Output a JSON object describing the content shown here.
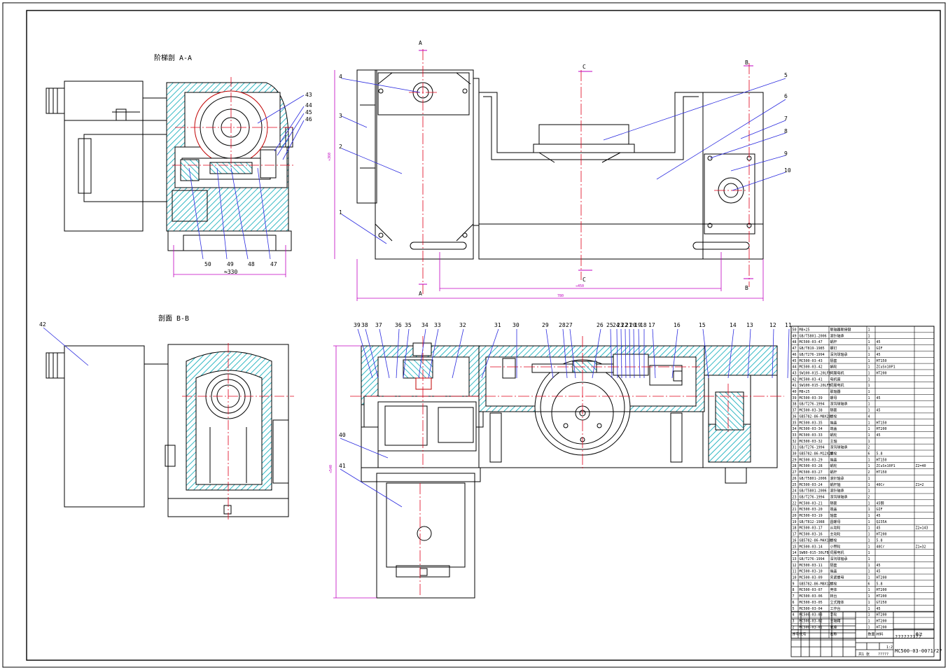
{
  "section_titles": {
    "aa": "阶梯剖 A-A",
    "bb": "剖面 B-B"
  },
  "cut_markers": {
    "a_top": "A",
    "a_bottom": "A",
    "b_top": "B",
    "b_bottom": "B",
    "c_top": "C",
    "c_bottom": "C"
  },
  "balloons": {
    "front": [
      "4",
      "3",
      "2",
      "1",
      "5",
      "6",
      "7",
      "8",
      "9",
      "10"
    ],
    "aa_right": [
      "43",
      "44",
      "45",
      "46"
    ],
    "aa_bottom": [
      "50",
      "49",
      "48",
      "47"
    ],
    "bb": [
      "42"
    ],
    "section": [
      "39",
      "38",
      "37",
      "36",
      "35",
      "34",
      "33",
      "32",
      "31",
      "30",
      "29",
      "28",
      "27",
      "26",
      "25",
      "24",
      "23",
      "22",
      "21",
      "20",
      "19",
      "18",
      "17",
      "16",
      "15",
      "14",
      "13",
      "12",
      "11"
    ],
    "section_left": [
      "40",
      "41"
    ]
  },
  "dimensions": {
    "aa_width": "≈330",
    "front_c": "≈450",
    "front_total": "780",
    "front_height": "≈360",
    "section_height": "≈540"
  },
  "bom": {
    "rows": [
      [
        "50",
        "M8×25",
        "联轴器联接键",
        "1",
        "",
        ""
      ],
      [
        "49",
        "GB/T5801-2006",
        "滚针轴承",
        "1",
        "",
        ""
      ],
      [
        "48",
        "MC500-03-47",
        "蜗杆",
        "1",
        "45",
        ""
      ],
      [
        "47",
        "GB/T819-1985",
        "螺钉",
        "1",
        "GIF",
        ""
      ],
      [
        "46",
        "GB/T276-1994",
        "深沟球轴承",
        "1",
        "45",
        ""
      ],
      [
        "45",
        "MC500-03-43",
        "隔套",
        "1",
        "HT150",
        ""
      ],
      [
        "44",
        "MC500-03-42",
        "蜗轮",
        "1",
        "ZCuSn10P1",
        ""
      ],
      [
        "43",
        "SW100-015-20LFB",
        "伺服电机",
        "1",
        "HT200",
        ""
      ],
      [
        "42",
        "MC500-03-41",
        "电机座",
        "1",
        "",
        ""
      ],
      [
        "41",
        "SW100-015-20LFB",
        "伺服电机",
        "1",
        "",
        ""
      ],
      [
        "40",
        "M8×25",
        "联轴器",
        "1",
        "",
        ""
      ],
      [
        "39",
        "MC500-03-39",
        "螺母",
        "1",
        "45",
        ""
      ],
      [
        "38",
        "GB/T276-1994",
        "深沟球轴承",
        "1",
        "",
        ""
      ],
      [
        "37",
        "MC500-03-38",
        "隔套",
        "1",
        "45",
        ""
      ],
      [
        "36",
        "GB5782-86-M8X20",
        "螺栓",
        "4",
        "",
        ""
      ],
      [
        "35",
        "MC500-03-35",
        "端盖",
        "1",
        "HT150",
        ""
      ],
      [
        "34",
        "MC500-03-34",
        "端盖",
        "1",
        "HT200",
        ""
      ],
      [
        "33",
        "MC500-03-33",
        "蜗轮",
        "1",
        "45",
        ""
      ],
      [
        "32",
        "MC500-03-32",
        "主轴",
        "1",
        "",
        ""
      ],
      [
        "31",
        "GB/T276-1994",
        "深沟球轴承",
        "2",
        "",
        ""
      ],
      [
        "30",
        "GB5782-86-M12X20",
        "螺栓",
        "6",
        "5.8",
        ""
      ],
      [
        "29",
        "MC500-03-29",
        "端盖",
        "1",
        "HT150",
        ""
      ],
      [
        "28",
        "MC500-03-28",
        "蜗轮",
        "1",
        "ZCuSn10P1",
        "Z2=40"
      ],
      [
        "27",
        "MC500-03-27",
        "蜗杆",
        "2",
        "HT150",
        ""
      ],
      [
        "26",
        "GB/T5801-2006",
        "滚针轴承",
        "1",
        "",
        ""
      ],
      [
        "25",
        "MC500-03-24",
        "蜗杆轴",
        "1",
        "40Cr",
        "Z1=2"
      ],
      [
        "24",
        "GB/T5801-2006",
        "滚针轴承",
        "1",
        "",
        ""
      ],
      [
        "23",
        "GB/T276-1994",
        "深沟球轴承",
        "2",
        "",
        ""
      ],
      [
        "22",
        "MC500-03-21",
        "隔套",
        "1",
        "45钢",
        ""
      ],
      [
        "21",
        "MC500-03-20",
        "端盖",
        "1",
        "GIF",
        ""
      ],
      [
        "20",
        "MC500-03-19",
        "轴套",
        "1",
        "45",
        ""
      ],
      [
        "19",
        "GB/T812-1988",
        "圆螺母",
        "1",
        "Q235A",
        ""
      ],
      [
        "18",
        "MC500-03-17",
        "从动轮",
        "1",
        "45",
        "Z2=143"
      ],
      [
        "17",
        "MC500-03-16",
        "主动轮",
        "1",
        "HT200",
        ""
      ],
      [
        "16",
        "GB5782-86-M4X10",
        "螺栓",
        "1",
        "5.8",
        ""
      ],
      [
        "15",
        "MC500-03-14",
        "小带轮",
        "1",
        "40Cr",
        "Z1=32"
      ],
      [
        "14",
        "SW80-015-30LFB",
        "伺服电机",
        "1",
        "",
        ""
      ],
      [
        "13",
        "GB/T276-1994",
        "深沟球轴承",
        "1",
        "",
        ""
      ],
      [
        "12",
        "MC500-03-11",
        "隔套",
        "1",
        "45",
        ""
      ],
      [
        "11",
        "MC500-03-10",
        "端盖",
        "1",
        "45",
        ""
      ],
      [
        "10",
        "MC500-03-09",
        "夹紧螺母",
        "1",
        "HT200",
        ""
      ],
      [
        "9",
        "GB5782-86-M8X12",
        "螺栓",
        "6",
        "5.8",
        ""
      ],
      [
        "8",
        "MC500-03-07",
        "壳体",
        "1",
        "HT200",
        ""
      ],
      [
        "7",
        "MC500-03-06",
        "转台",
        "1",
        "HT200",
        ""
      ],
      [
        "6",
        "MC500-03-05",
        "立式箱体",
        "1",
        "GT250",
        ""
      ],
      [
        "5",
        "MC500-03-04",
        "工作台",
        "1",
        "45",
        ""
      ],
      [
        "4",
        "MC500-03-03",
        "手轮",
        "1",
        "HT200",
        ""
      ],
      [
        "3",
        "MC500-03-02",
        "主轴箱",
        "1",
        "HT200",
        ""
      ],
      [
        "2",
        "MC500-03-01",
        "底座",
        "1",
        "HT200",
        ""
      ]
    ],
    "header": [
      "序号",
      "代号",
      "名称",
      "数量",
      "材料",
      "备注"
    ]
  },
  "title_block": {
    "name": "?????????",
    "drawing_no": "MC500-03-00?1/2?",
    "scale": "1:2",
    "sheet": "共1 张",
    "cell_a": "?????"
  },
  "colors": {
    "line": "#000000",
    "hatch": "#00a7b5",
    "center": "#e0001a",
    "dim": "#c000c0",
    "leader": "#2b2bdf"
  }
}
